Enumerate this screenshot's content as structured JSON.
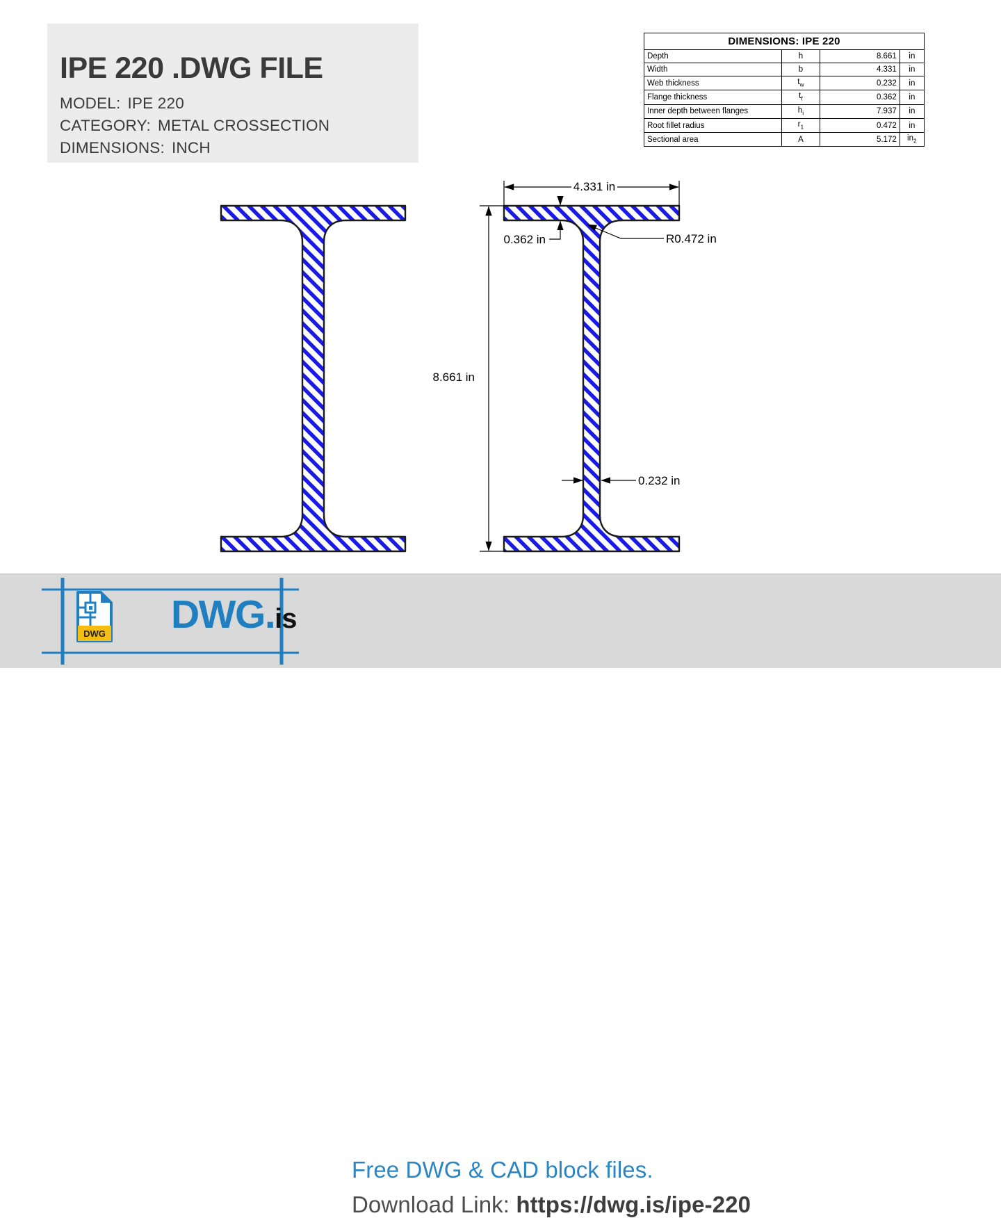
{
  "info": {
    "title": "IPE 220 .DWG FILE",
    "model_label": "MODEL:",
    "model_value": "IPE 220",
    "category_label": "CATEGORY:",
    "category_value": "METAL CROSSECTION",
    "dimensions_label": "DIMENSIONS:",
    "dimensions_value": "INCH"
  },
  "table": {
    "title": "DIMENSIONS: IPE 220",
    "rows": [
      {
        "label": "Depth",
        "symbol": "h",
        "sub": "",
        "value": "8.661",
        "unit": "in",
        "unit_sub": ""
      },
      {
        "label": "Width",
        "symbol": "b",
        "sub": "",
        "value": "4.331",
        "unit": "in",
        "unit_sub": ""
      },
      {
        "label": "Web thickness",
        "symbol": "t",
        "sub": "w",
        "value": "0.232",
        "unit": "in",
        "unit_sub": ""
      },
      {
        "label": "Flange thickness",
        "symbol": "t",
        "sub": "f",
        "value": "0.362",
        "unit": "in",
        "unit_sub": ""
      },
      {
        "label": "Inner depth between flanges",
        "symbol": "h",
        "sub": "i",
        "value": "7.937",
        "unit": "in",
        "unit_sub": ""
      },
      {
        "label": "Root fillet radius",
        "symbol": "r",
        "sub": "1",
        "value": "0.472",
        "unit": "in",
        "unit_sub": ""
      },
      {
        "label": "Sectional area",
        "symbol": "A",
        "sub": "",
        "value": "5.172",
        "unit": "in",
        "unit_sub": "2"
      }
    ]
  },
  "drawing": {
    "annotations": {
      "width": "4.331 in",
      "depth": "8.661 in",
      "flange_thickness": "0.362 in",
      "root_radius": "R0.472 in",
      "web_thickness": "0.232 in"
    },
    "hatch_color": "#1a1ae6",
    "outline_color": "#1a1a1a"
  },
  "footer": {
    "brand_main": "DWG",
    "brand_dot": ".",
    "brand_suffix": "is",
    "icon_label": "DWG",
    "tagline": "Free DWG & CAD block files.",
    "download_label": "Download Link:",
    "download_url": "https://dwg.is/ipe-220",
    "accent_color": "#1f7fc0",
    "icon_badge_color": "#f5bc12"
  },
  "chart_data": {
    "type": "table",
    "title": "DIMENSIONS: IPE 220",
    "categories": [
      "Depth",
      "Width",
      "Web thickness",
      "Flange thickness",
      "Inner depth between flanges",
      "Root fillet radius",
      "Sectional area"
    ],
    "symbols": [
      "h",
      "b",
      "tw",
      "tf",
      "hi",
      "r1",
      "A"
    ],
    "values": [
      8.661,
      4.331,
      0.232,
      0.362,
      7.937,
      0.472,
      5.172
    ],
    "units": [
      "in",
      "in",
      "in",
      "in",
      "in",
      "in",
      "in2"
    ]
  }
}
